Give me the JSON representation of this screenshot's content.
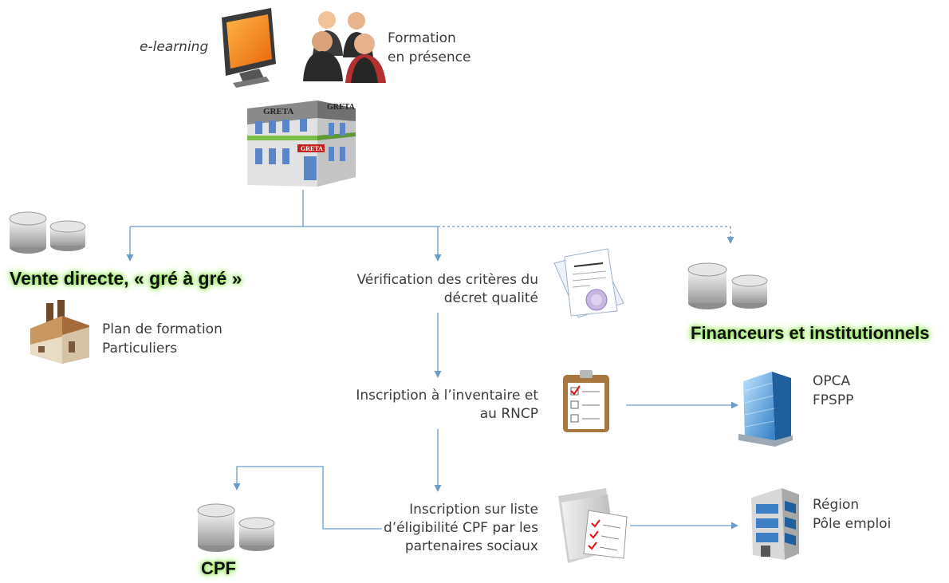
{
  "header": {
    "elearning_label": "e-learning",
    "presence_label_1": "Formation",
    "presence_label_2": "en présence",
    "building_sign": "GRETA"
  },
  "left": {
    "title": "Vente directe, « gré à gré »",
    "label_1": "Plan de formation",
    "label_2": "Particuliers"
  },
  "center": {
    "step1_line1": "Vérification des critères du",
    "step1_line2": "décret qualité",
    "step2_line1": "Inscription à l’inventaire et",
    "step2_line2": "au RNCP",
    "step3_line1": "Inscription sur liste",
    "step3_line2": "d’éligibilité CPF par les",
    "step3_line3": "partenaires sociaux"
  },
  "right": {
    "title": "Financeurs et institutionnels",
    "opca": "OPCA",
    "fpspp": "FPSPP",
    "region": "Région",
    "pole": "Pôle emploi"
  },
  "cpf": {
    "label": "CPF"
  },
  "colors": {
    "connector": "#6a9bd0",
    "glow": "#9be56a"
  }
}
